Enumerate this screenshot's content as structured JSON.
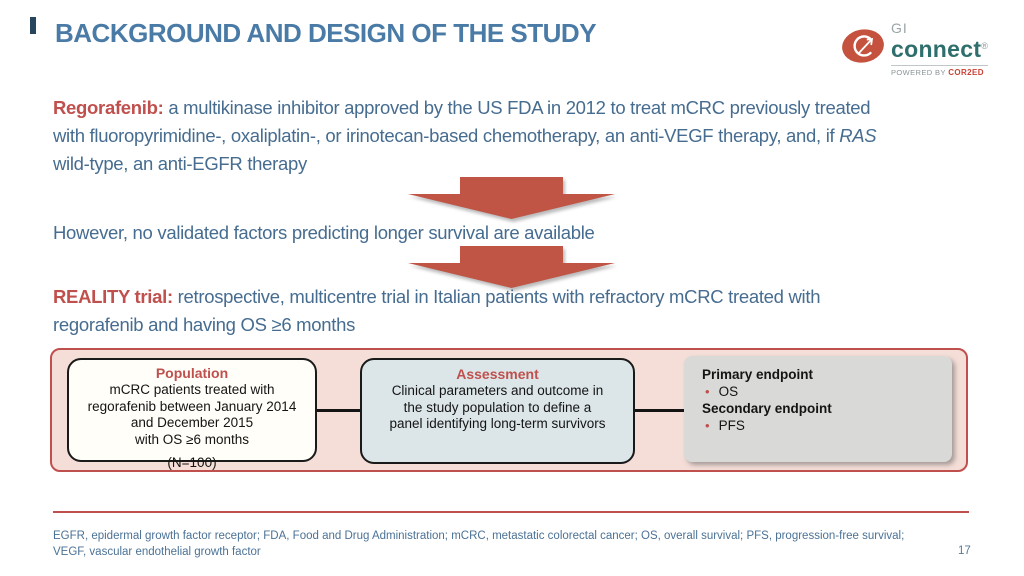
{
  "colors": {
    "title_blue": "#4a7ba6",
    "body_blue": "#466c90",
    "accent_red": "#c0504d",
    "arrow_red": "#c05546",
    "panel_pink_fill": "#f5ded8",
    "population_fill": "#fffef8",
    "assessment_fill": "#dce6e8",
    "endpoint_fill": "#d9d9d7",
    "logo_teal": "#2e6e6c",
    "cor2ed_red": "#cc4236",
    "title_tick_navy": "#27455c"
  },
  "header": {
    "title": "BACKGROUND AND DESIGN OF THE STUDY"
  },
  "logo": {
    "gi": "GI",
    "connect": "connect",
    "registered": "®",
    "powered_by": "POWERED BY ",
    "cor2ed": "COR2ED"
  },
  "background": {
    "regorafenib": {
      "label": "Regorafenib:",
      "line1": " a multikinase inhibitor approved by the US FDA in 2012 to treat mCRC previously treated",
      "line2": "with fluoropyrimidine-, oxaliplatin-, or irinotecan-based chemotherapy, an anti-VEGF therapy, and, if ",
      "line2_italic": "RAS",
      "line3": "wild-type, an anti-EGFR therapy"
    },
    "however": "However, no validated factors predicting longer survival are available",
    "reality": {
      "label": "REALITY trial:",
      "line1": " retrospective, multicentre trial in Italian patients with refractory mCRC treated with",
      "line2": "regorafenib and having OS ≥6 months"
    }
  },
  "diagram": {
    "population": {
      "title": "Population",
      "lines": [
        "mCRC patients treated with",
        "regorafenib between January 2014",
        "and December 2015",
        "with OS ≥6 months"
      ],
      "n": "(N=100)"
    },
    "assessment": {
      "title": "Assessment",
      "lines": [
        "Clinical parameters and outcome in",
        "the study population to define a",
        "panel identifying long-term survivors"
      ]
    },
    "endpoints": {
      "primary_label": "Primary endpoint",
      "primary_item": "OS",
      "secondary_label": "Secondary endpoint",
      "secondary_item": "PFS"
    }
  },
  "footer": {
    "line1": "EGFR, epidermal growth factor receptor; FDA, Food and Drug Administration; mCRC, metastatic colorectal cancer; OS, overall survival; PFS, progression-free survival;",
    "line2": "VEGF, vascular endothelial growth factor",
    "page_number": "17"
  }
}
